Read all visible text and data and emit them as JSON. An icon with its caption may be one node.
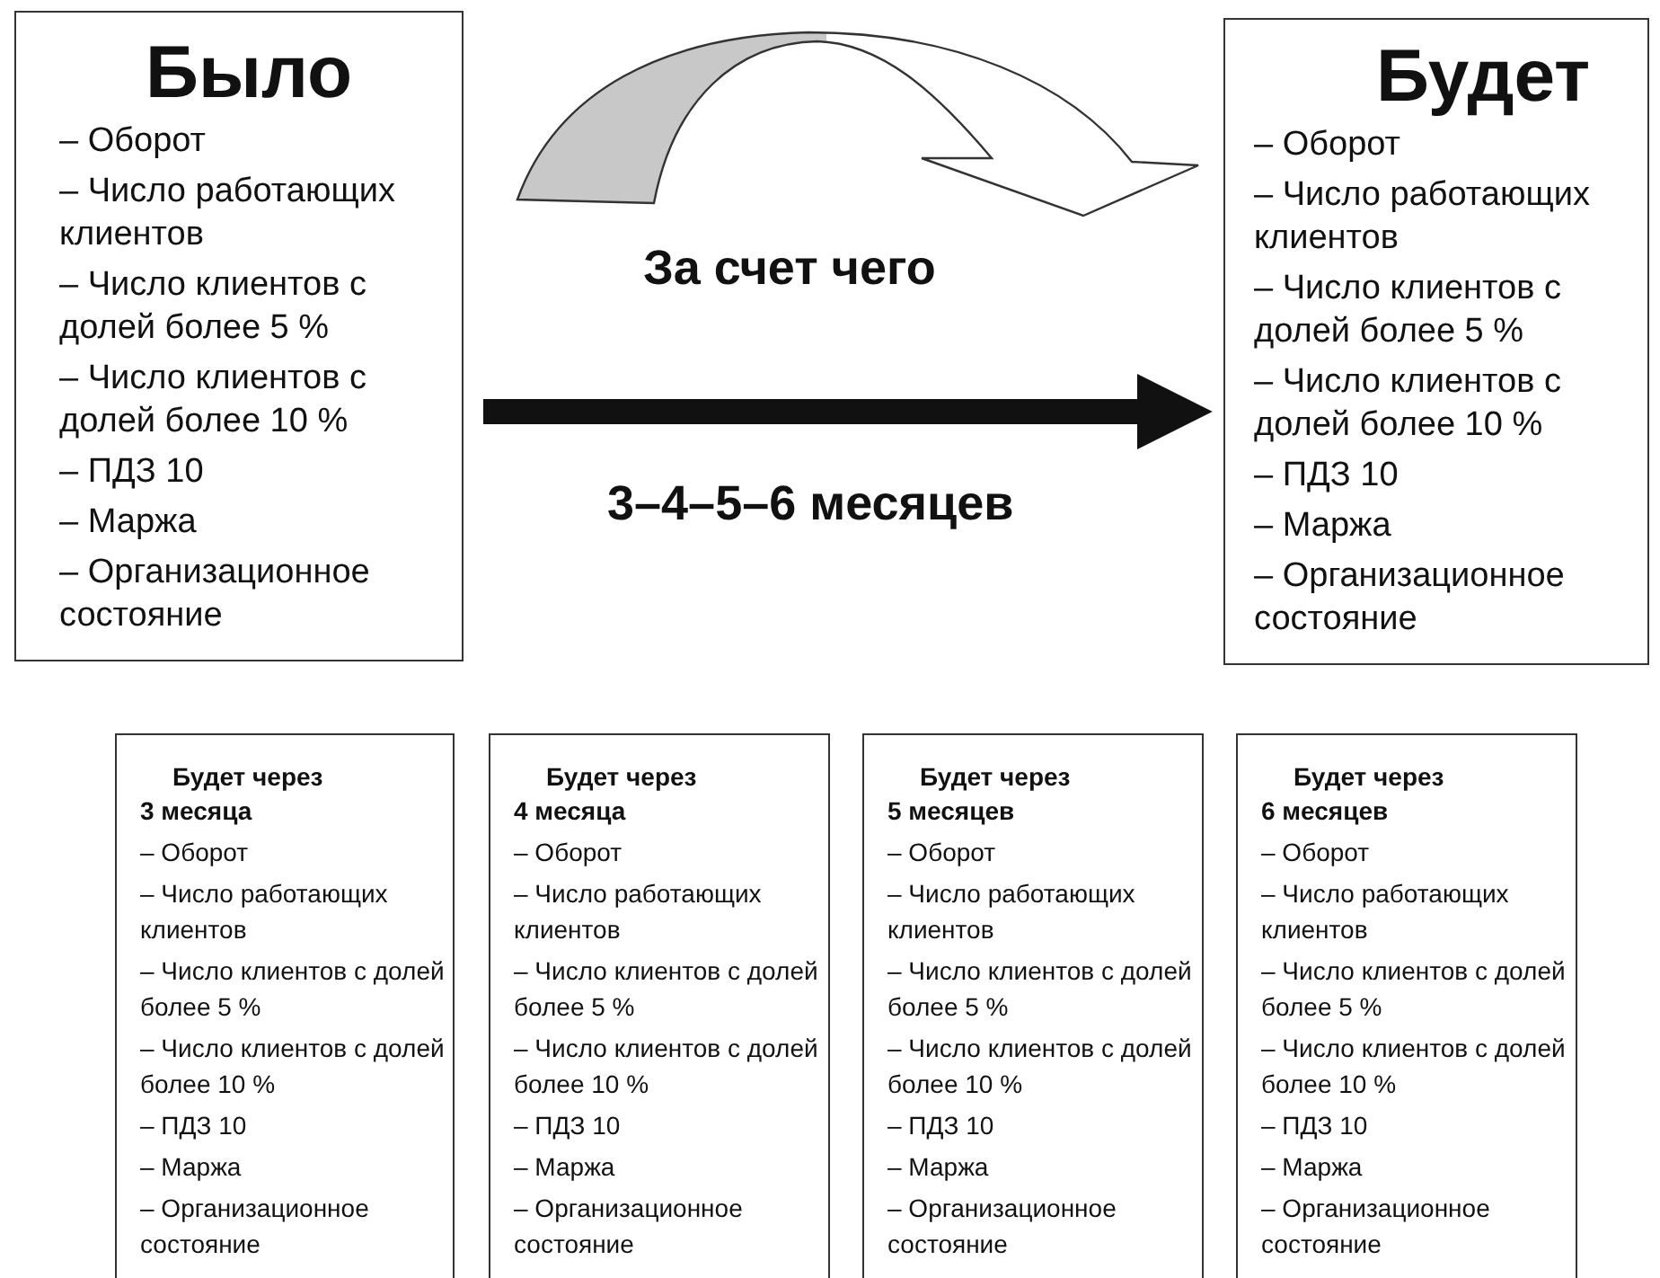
{
  "diagram": {
    "nodes": [
      {
        "text": [
          "Было",
          "– Оборот",
          "– Число работающих клиентов",
          "– Число клиентов с долей более 5 %",
          "– Число клиентов с долей более 10 %",
          "– ПДЗ 10",
          "– Маржа",
          "– Организационное состояние"
        ]
      },
      {
        "text": [
          "Будет",
          "– Оборот",
          "– Число работающих клиентов",
          "– Число клиентов с долей более 5 %",
          "– Число клиентов с долей более 10 %",
          "– ПДЗ 10",
          "– Маржа",
          "– Организационное состояние"
        ]
      },
      {
        "text": [
          "Будет через 3 месяца",
          "– Оборот",
          "– Число работающих клиентов",
          "– Число клиентов с долей более 5 %",
          "– Число клиентов с долей более 10 %",
          "– ПДЗ 10",
          "– Маржа",
          "– Организационное состояние"
        ]
      },
      {
        "text": [
          "Будет через 4 месяца",
          "– Оборот",
          "– Число работающих клиентов",
          "– Число клиентов с долей более 5 %",
          "– Число клиентов с долей более 10 %",
          "– ПДЗ 10",
          "– Маржа",
          "– Организационное состояние"
        ]
      },
      {
        "text": [
          "Будет через 5 месяцев",
          "– Оборот",
          "– Число работающих клиентов",
          "– Число клиентов с долей более 5 %",
          "– Число клиентов с долей более 10 %",
          "– ПДЗ 10",
          "– Маржа",
          "– Организационное состояние"
        ]
      },
      {
        "text": [
          "Будет через 6 месяцев",
          "– Оборот",
          "– Число работающих клиентов",
          "– Число клиентов с долей более 5 %",
          "– Число клиентов с долей более 10 %",
          "– ПДЗ 10",
          "– Маржа",
          "– Организационное состояние"
        ]
      }
    ],
    "edges": [
      {
        "from": 0,
        "to": 1,
        "arrow": "to"
      },
      {
        "from": 0,
        "to": 1,
        "arrow": "to"
      }
    ],
    "labels": [
      "За счет чего",
      "3–4–5–6 месяцев"
    ]
  }
}
